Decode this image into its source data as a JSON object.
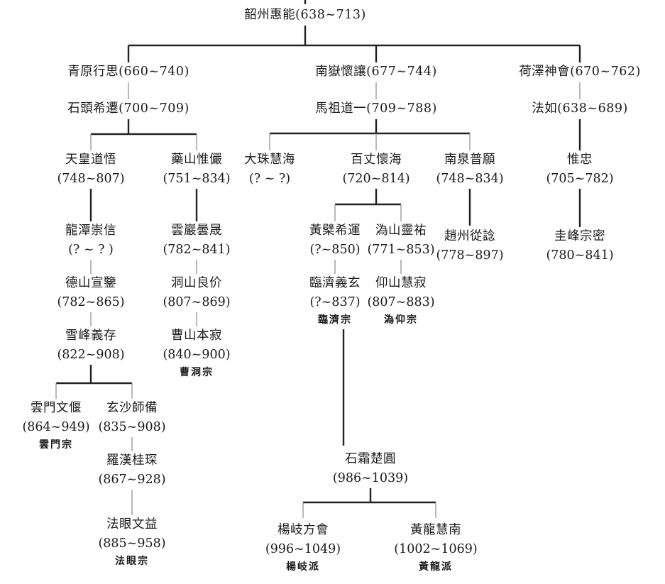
{
  "nodes": {
    "huineng": {
      "name": "韶州惠能(638~713)"
    },
    "qingyuan": {
      "name": "青原行思(660~740)"
    },
    "nanyue": {
      "name": "南嶽懷讓(677~744)"
    },
    "heze": {
      "name": "荷澤神會(670~762)"
    },
    "shitou": {
      "name": "石頭希遷(700~709)"
    },
    "mazu": {
      "name": "馬祖道一(709~788)"
    },
    "faru": {
      "name": "法如(638~689)"
    },
    "tianhuang": {
      "name": "天皇道悟",
      "dates": "(748~807)"
    },
    "yaoshan": {
      "name": "藥山惟儼",
      "dates": "(751~834)"
    },
    "dazhu": {
      "name": "大珠慧海",
      "dates": "(? ~ ?)"
    },
    "baizhang": {
      "name": "百丈懷海",
      "dates": "(720~814)"
    },
    "nanquan": {
      "name": "南泉普願",
      "dates": "(748~834)"
    },
    "weizhong": {
      "name": "惟忠",
      "dates": "(705~782)"
    },
    "longtan": {
      "name": "龍潭崇信",
      "dates": "(? ~ ? )"
    },
    "yunyan": {
      "name": "雲巖曇晟",
      "dates": "(782~841)"
    },
    "huangbo": {
      "name": "黃檗希運",
      "dates": "(?~850)"
    },
    "guishan": {
      "name": "溈山靈祐",
      "dates": "(771~853)"
    },
    "zhaozhou": {
      "name": "趙州從諗",
      "dates": "(778~897)"
    },
    "guifeng": {
      "name": "圭峰宗密",
      "dates": "(780~841)"
    },
    "deshan": {
      "name": "德山宣鑒",
      "dates": "(782~865)"
    },
    "dongshan": {
      "name": "洞山良价",
      "dates": "(807~869)"
    },
    "linji": {
      "name": "臨濟義玄",
      "dates": "(?~837)",
      "school": "臨濟宗"
    },
    "yangshan": {
      "name": "仰山慧寂",
      "dates": "(807~883)",
      "school": "溈仰宗"
    },
    "xuefeng": {
      "name": "雪峰義存",
      "dates": "(822~908)"
    },
    "caoshan": {
      "name": "曹山本寂",
      "dates": "(840~900)",
      "school": "曹洞宗"
    },
    "yunmen": {
      "name": "雲門文偃",
      "dates": "(864~949)",
      "school": "雲門宗"
    },
    "xuansha": {
      "name": "玄沙師備",
      "dates": "(835~908)"
    },
    "luohan": {
      "name": "羅漢桂琛",
      "dates": "(867~928)"
    },
    "fayan": {
      "name": "法眼文益",
      "dates": "(885~958)",
      "school": "法眼宗"
    },
    "shishuang": {
      "name": "石霜楚圓",
      "dates": "(986~1039)"
    },
    "yangqi": {
      "name": "楊岐方會",
      "dates": "(996~1049)",
      "school": "楊岐派"
    },
    "huanglong": {
      "name": "黃龍慧南",
      "dates": "(1002~1069)",
      "school": "黃龍派"
    }
  }
}
